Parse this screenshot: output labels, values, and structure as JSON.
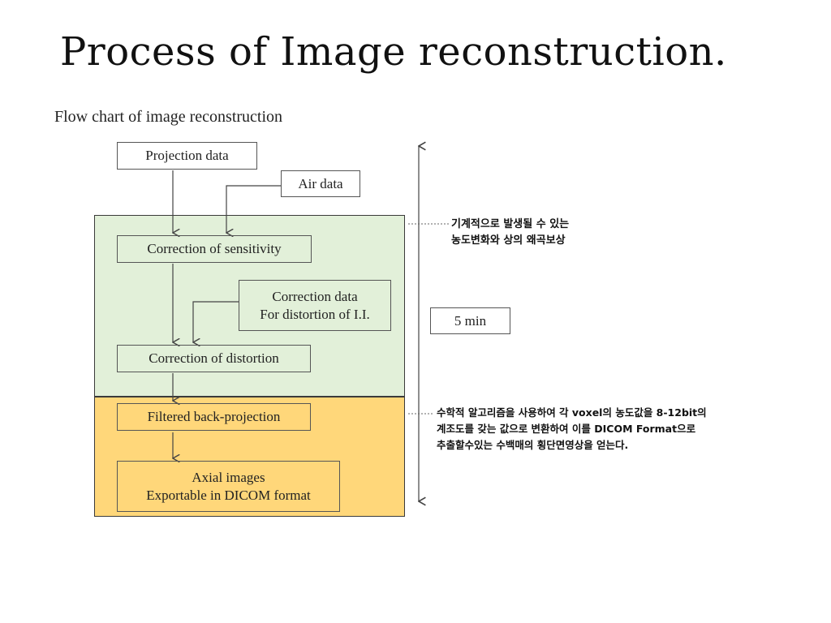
{
  "slide": {
    "title": "Process of Image reconstruction.",
    "subtitle": "Flow chart of image reconstruction"
  },
  "flowchart": {
    "projection_data": "Projection data",
    "air_data": "Air data",
    "correction_sensitivity": "Correction of sensitivity",
    "correction_data_line1": "Correction data",
    "correction_data_line2": "For distortion of I.I.",
    "correction_distortion": "Correction of distortion",
    "filtered_back_projection": "Filtered back-projection",
    "axial_images_line1": "Axial images",
    "axial_images_line2": "Exportable in DICOM format",
    "duration": "5 min"
  },
  "notes": {
    "top": [
      "기계적으로 발생될 수 있는",
      "농도변화와 상의 왜곡보상"
    ],
    "bottom": [
      "수학적 알고리즘을 사용하여 각 voxel의 농도값을 8-12bit의",
      "계조도를 갖는 값으로 변환하여 이를 DICOM Format으로",
      "추출할수있는 수백매의 횡단면영상을 얻는다."
    ]
  },
  "colors": {
    "green_region": "#e2f0d9",
    "yellow_region": "#ffd77a",
    "line": "#444444"
  }
}
